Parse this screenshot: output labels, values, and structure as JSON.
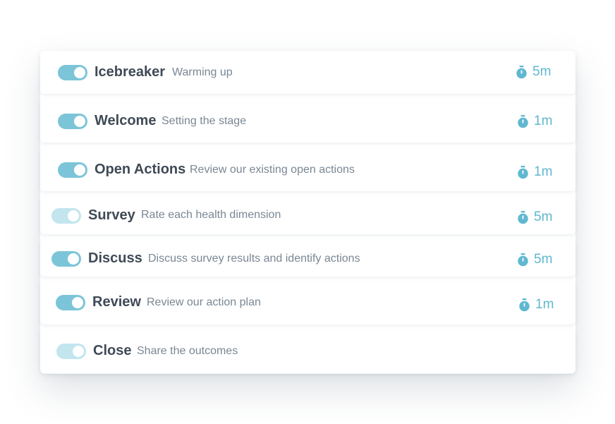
{
  "colors": {
    "accent": "#5fb8d0",
    "toggle_on": "#7cc5d8",
    "toggle_dim": "#c2e5ee",
    "title": "#3f4a56",
    "description": "#7a8794"
  },
  "agenda": [
    {
      "title": "Icebreaker",
      "description": "Warming up",
      "duration": "5m",
      "toggle_state": "on"
    },
    {
      "title": "Welcome",
      "description": "Setting the stage",
      "duration": "1m",
      "toggle_state": "on"
    },
    {
      "title": "Open Actions",
      "description": "Review our existing open actions",
      "duration": "1m",
      "toggle_state": "on"
    },
    {
      "title": "Survey",
      "description": "Rate each health dimension",
      "duration": "5m",
      "toggle_state": "dim"
    },
    {
      "title": "Discuss",
      "description": "Discuss survey results and identify actions",
      "duration": "5m",
      "toggle_state": "on"
    },
    {
      "title": "Review",
      "description": "Review our action plan",
      "duration": "1m",
      "toggle_state": "on"
    },
    {
      "title": "Close",
      "description": "Share the outcomes",
      "toggle_state": "dim"
    }
  ]
}
